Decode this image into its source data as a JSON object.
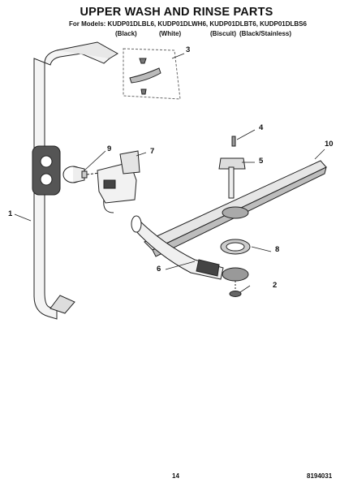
{
  "header": {
    "title": "UPPER WASH AND RINSE PARTS",
    "models_line": "For Models: KUDP01DLBL6, KUDP01DLWH6, KUDP01DLBT6, KUDP01DLBS6",
    "colors": [
      "(Black)",
      "(White)",
      "(Biscuit)",
      "(Black/Stainless)"
    ]
  },
  "callouts": [
    "1",
    "2",
    "3",
    "4",
    "5",
    "6",
    "7",
    "8",
    "9",
    "10"
  ],
  "footer": {
    "page_number": "14",
    "doc_number": "8194031"
  }
}
